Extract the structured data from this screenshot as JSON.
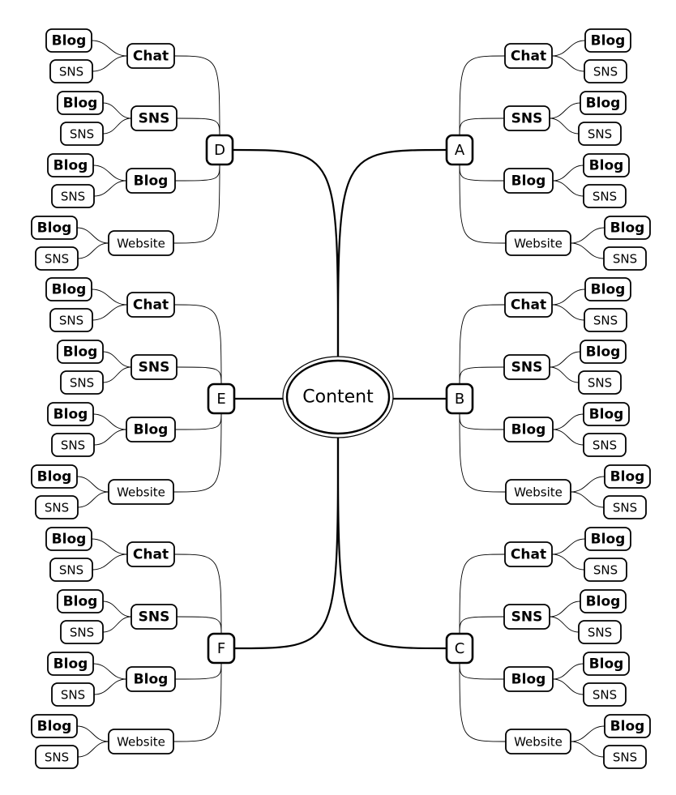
{
  "center": {
    "label": "Content"
  },
  "colors": {
    "stroke": "#000000",
    "background": "#ffffff"
  },
  "branches": [
    {
      "label": "D",
      "side": "left",
      "children": [
        {
          "label": "Chat",
          "leaves": [
            "Blog",
            "SNS"
          ]
        },
        {
          "label": "SNS",
          "leaves": [
            "Blog",
            "SNS"
          ]
        },
        {
          "label": "Blog",
          "leaves": [
            "Blog",
            "SNS"
          ]
        },
        {
          "label": "Website",
          "leaves": [
            "Blog",
            "SNS"
          ]
        }
      ]
    },
    {
      "label": "E",
      "side": "left",
      "children": [
        {
          "label": "Chat",
          "leaves": [
            "Blog",
            "SNS"
          ]
        },
        {
          "label": "SNS",
          "leaves": [
            "Blog",
            "SNS"
          ]
        },
        {
          "label": "Blog",
          "leaves": [
            "Blog",
            "SNS"
          ]
        },
        {
          "label": "Website",
          "leaves": [
            "Blog",
            "SNS"
          ]
        }
      ]
    },
    {
      "label": "F",
      "side": "left",
      "children": [
        {
          "label": "Chat",
          "leaves": [
            "Blog",
            "SNS"
          ]
        },
        {
          "label": "SNS",
          "leaves": [
            "Blog",
            "SNS"
          ]
        },
        {
          "label": "Blog",
          "leaves": [
            "Blog",
            "SNS"
          ]
        },
        {
          "label": "Website",
          "leaves": [
            "Blog",
            "SNS"
          ]
        }
      ]
    },
    {
      "label": "A",
      "side": "right",
      "children": [
        {
          "label": "Chat",
          "leaves": [
            "Blog",
            "SNS"
          ]
        },
        {
          "label": "SNS",
          "leaves": [
            "Blog",
            "SNS"
          ]
        },
        {
          "label": "Blog",
          "leaves": [
            "Blog",
            "SNS"
          ]
        },
        {
          "label": "Website",
          "leaves": [
            "Blog",
            "SNS"
          ]
        }
      ]
    },
    {
      "label": "B",
      "side": "right",
      "children": [
        {
          "label": "Chat",
          "leaves": [
            "Blog",
            "SNS"
          ]
        },
        {
          "label": "SNS",
          "leaves": [
            "Blog",
            "SNS"
          ]
        },
        {
          "label": "Blog",
          "leaves": [
            "Blog",
            "SNS"
          ]
        },
        {
          "label": "Website",
          "leaves": [
            "Blog",
            "SNS"
          ]
        }
      ]
    },
    {
      "label": "C",
      "side": "right",
      "children": [
        {
          "label": "Chat",
          "leaves": [
            "Blog",
            "SNS"
          ]
        },
        {
          "label": "SNS",
          "leaves": [
            "Blog",
            "SNS"
          ]
        },
        {
          "label": "Blog",
          "leaves": [
            "Blog",
            "SNS"
          ]
        },
        {
          "label": "Website",
          "leaves": [
            "Blog",
            "SNS"
          ]
        }
      ]
    }
  ]
}
